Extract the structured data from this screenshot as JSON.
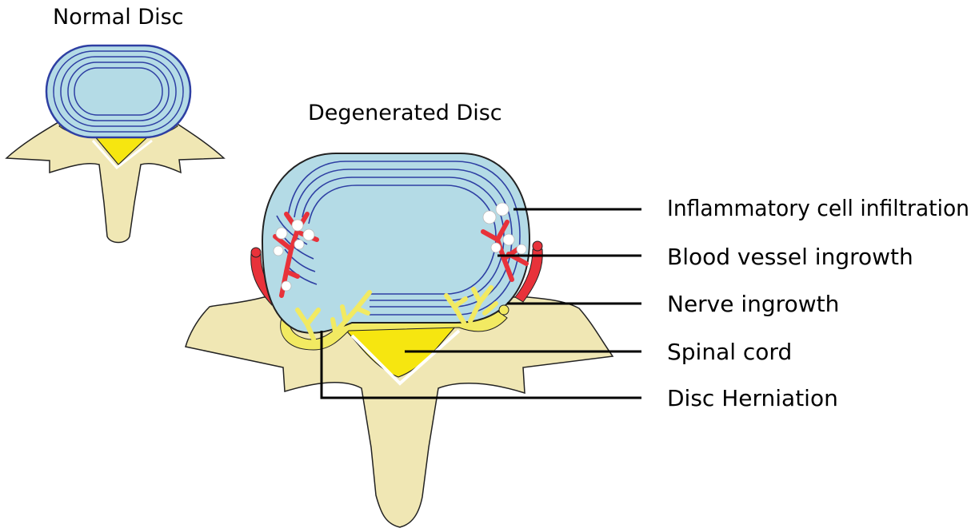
{
  "titles": {
    "normal": "Normal Disc",
    "degenerated": "Degenerated Disc"
  },
  "labels": {
    "inflammatory": "Inflammatory cell infiltration",
    "blood_vessel": "Blood vessel ingrowth",
    "nerve": "Nerve ingrowth",
    "spinal_cord": "Spinal cord",
    "herniation": "Disc Herniation"
  },
  "colors": {
    "bone": "#f0e7b4",
    "disc_fill": "#b4dbe6",
    "annulus_lines": "#2e3fa3",
    "spinal_cord": "#f6e610",
    "nerve": "#f2ea62",
    "blood_vessel": "#e8323a",
    "inflammatory_cell": "#ffffff",
    "outline": "#222222"
  }
}
